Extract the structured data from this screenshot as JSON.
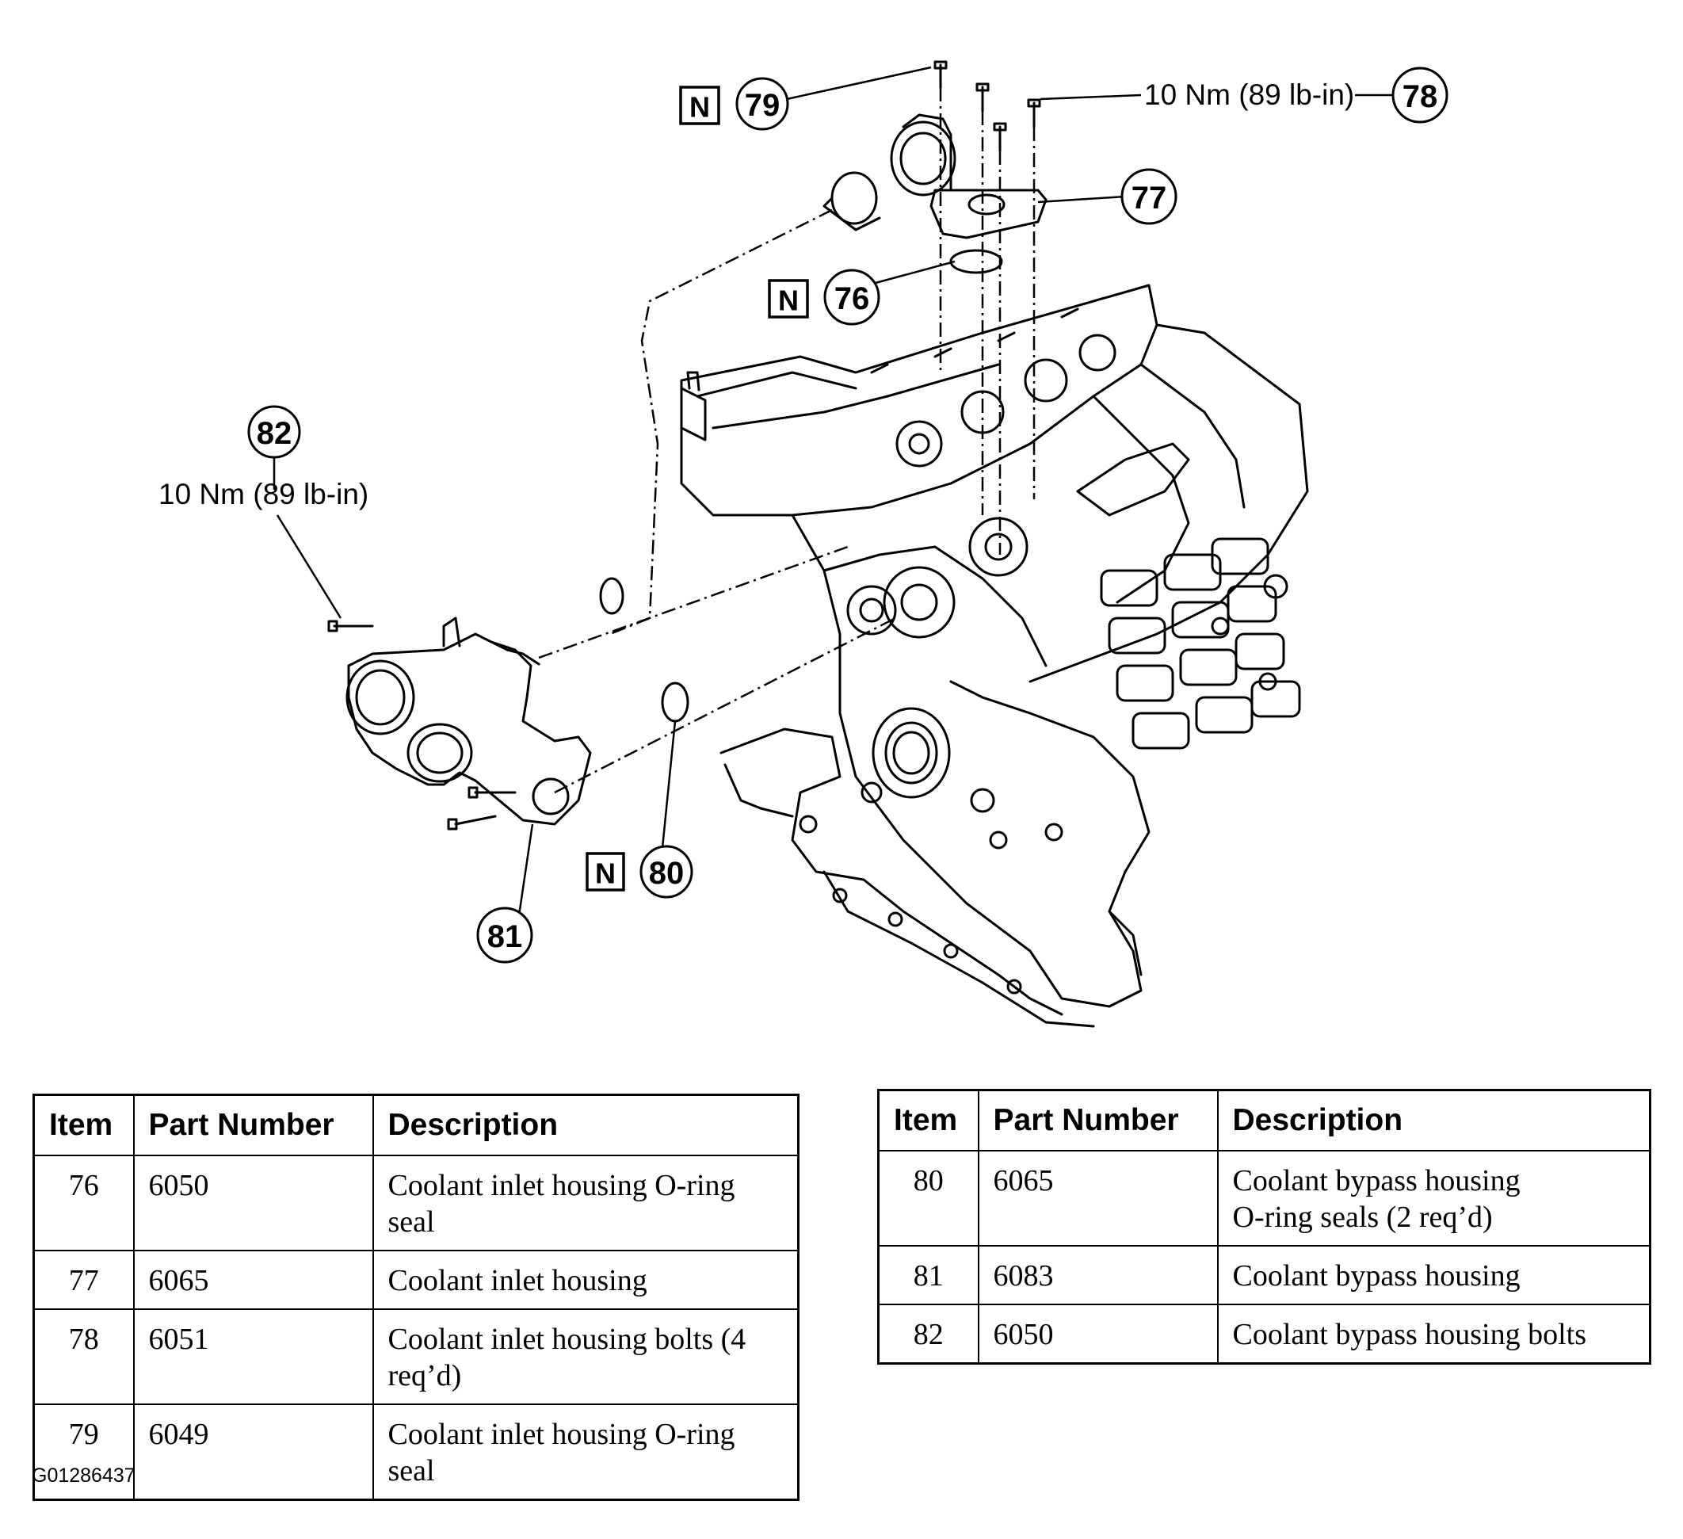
{
  "diagram": {
    "callouts": {
      "c76": "76",
      "c77": "77",
      "c78": "78",
      "c79": "79",
      "c80": "80",
      "c81": "81",
      "c82": "82"
    },
    "new_part_marker": "N",
    "torque_78": "10 Nm (89 lb-in)",
    "torque_82": "10 Nm (89 lb-in)"
  },
  "tables": {
    "headers": {
      "item": "Item",
      "part_number": "Part Number",
      "description": "Description"
    },
    "left": [
      {
        "item": "76",
        "part": "6050",
        "desc_l1": "Coolant inlet housing O-ring",
        "desc_l2": "seal"
      },
      {
        "item": "77",
        "part": "6065",
        "desc_l1": "Coolant inlet housing",
        "desc_l2": ""
      },
      {
        "item": "78",
        "part": "6051",
        "desc_l1": "Coolant inlet housing bolts (4",
        "desc_l2": "req’d)"
      },
      {
        "item": "79",
        "part": "6049",
        "desc_l1": "Coolant inlet housing O-ring",
        "desc_l2": "seal"
      }
    ],
    "right": [
      {
        "item": "80",
        "part": "6065",
        "desc_l1": "Coolant bypass housing",
        "desc_l2": "O-ring seals (2 req’d)"
      },
      {
        "item": "81",
        "part": "6083",
        "desc_l1": "Coolant bypass housing",
        "desc_l2": ""
      },
      {
        "item": "82",
        "part": "6050",
        "desc_l1": "Coolant bypass housing bolts",
        "desc_l2": ""
      }
    ]
  },
  "figure_id": "G01286437"
}
